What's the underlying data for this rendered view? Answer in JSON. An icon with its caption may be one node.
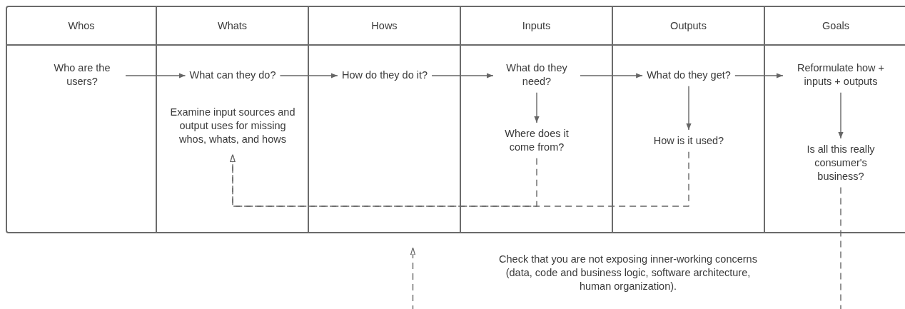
{
  "diagram": {
    "nodes": [
      {
        "text": [
          "Whos"
        ]
      },
      {
        "text": [
          "Whats"
        ]
      },
      {
        "text": [
          "Hows"
        ]
      },
      {
        "text": [
          "Inputs"
        ]
      },
      {
        "text": [
          "Outputs"
        ]
      },
      {
        "text": [
          "Goals"
        ]
      },
      {
        "text": [
          "Who are the users?"
        ],
        "in": 0
      },
      {
        "text": [
          "What can they do?"
        ],
        "in": 1
      },
      {
        "text": [
          "Examine input sources and output uses for missing whos, whats, and hows"
        ],
        "in": 1
      },
      {
        "text": [
          "How do they do it?"
        ],
        "in": 2
      },
      {
        "text": [
          "What do they need?"
        ],
        "in": 3
      },
      {
        "text": [
          "Where does it come from?"
        ],
        "in": 3
      },
      {
        "text": [
          "What do they get?"
        ],
        "in": 4
      },
      {
        "text": [
          "How is it used?"
        ],
        "in": 4
      },
      {
        "text": [
          "Reformulate how + inputs + outputs"
        ],
        "in": 5
      },
      {
        "text": [
          "Is all this really consumer's business?"
        ],
        "in": 5
      },
      {
        "text": [
          "Check that you are not exposing inner-working concerns (data, code and business logic, software architecture, human organization)."
        ]
      }
    ],
    "edges": [
      {
        "from": 6,
        "to": 7,
        "arrow": "to"
      },
      {
        "from": 7,
        "to": 9,
        "arrow": "to"
      },
      {
        "from": 9,
        "to": 10,
        "arrow": "to"
      },
      {
        "from": 10,
        "to": 12,
        "arrow": "to"
      },
      {
        "from": 12,
        "to": 14,
        "arrow": "to"
      },
      {
        "from": 10,
        "to": 11,
        "arrow": "to"
      },
      {
        "from": 12,
        "to": 13,
        "arrow": "to"
      },
      {
        "from": 14,
        "to": 15,
        "arrow": "to"
      },
      {
        "from": 11,
        "to": 8,
        "arrow": "to",
        "style": "dashed"
      },
      {
        "from": 13,
        "to": 8,
        "arrow": "to",
        "style": "dashed"
      },
      {
        "from": 15,
        "to": 2,
        "arrow": "to",
        "style": "dashed"
      }
    ]
  }
}
